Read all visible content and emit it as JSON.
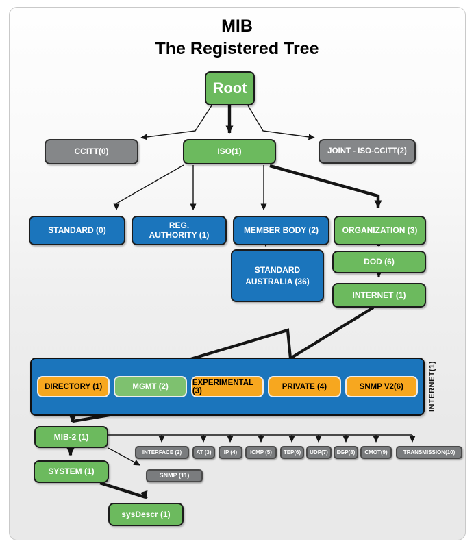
{
  "title": {
    "line1": "MIB",
    "line2": "The Registered Tree"
  },
  "nodes": {
    "root": "Root",
    "ccitt": "CCITT(0)",
    "iso": "ISO(1)",
    "joint": "JOINT - ISO-CCITT(2)",
    "standard": "STANDARD (0)",
    "reg_authority": "REG.\nAUTHORITY (1)",
    "member_body": "MEMBER BODY (2)",
    "organization": "ORGANIZATION (3)",
    "standard_australia": "STANDARD\nAUSTRALIA (36)",
    "dod": "DOD (6)",
    "internet": "INTERNET (1)",
    "directory": "DIRECTORY (1)",
    "mgmt": "MGMT (2)",
    "experimental": "EXPERIMENTAL (3)",
    "private": "PRIVATE (4)",
    "snmp_v2": "SNMP V2(6)",
    "internet_group_label": "INTERNET(1)",
    "mib2": "MIB-2 (1)",
    "system": "SYSTEM (1)",
    "sysdescr": "sysDescr (1)",
    "interface": "INTERFACE (2)",
    "at": "AT (3)",
    "ip": "IP (4)",
    "icmp": "ICMP (5)",
    "tep": "TEP(6)",
    "udp": "UDP(7)",
    "egp": "EGP(8)",
    "cmot": "CMOT(9)",
    "transmission": "TRANSMISSION(10)",
    "snmp11": "SNMP (11)"
  },
  "colors": {
    "green": "#6cba5e",
    "mgmt_green": "#7ec16f",
    "blue": "#1b75bc",
    "orange": "#f7a71f",
    "gray": "#858789",
    "small_gray": "#7a7c7e",
    "arrow": "#151515",
    "card_background_bottom": "#e9e9e9"
  }
}
